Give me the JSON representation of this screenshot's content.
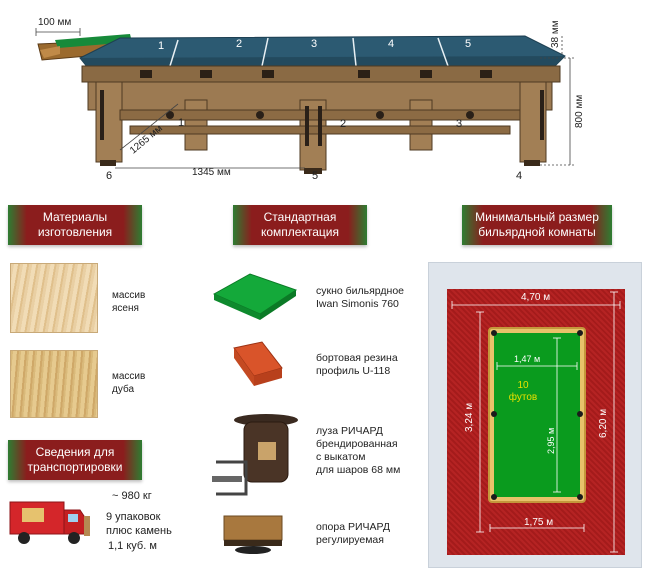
{
  "diagram": {
    "rail_width": "100 мм",
    "slate_thickness": "38 мм",
    "height": "800 мм",
    "depth": "1265 мм",
    "length": "1345 мм",
    "top_sections": [
      "1",
      "2",
      "3",
      "4",
      "5"
    ],
    "leg_numbers": [
      "1",
      "2",
      "3",
      "4",
      "5",
      "6"
    ]
  },
  "materials": {
    "title_line1": "Материалы",
    "title_line2": "изготовления",
    "items": [
      {
        "line1": "массив",
        "line2": "ясеня"
      },
      {
        "line1": "массив",
        "line2": "дуба"
      }
    ]
  },
  "transport": {
    "title_line1": "Сведения для",
    "title_line2": "транспортировки",
    "weight": "~ 980 кг",
    "packages_line1": "9 упаковок",
    "packages_line2": "плюс камень",
    "volume": "1,1 куб. м"
  },
  "standard": {
    "title_line1": "Стандартная",
    "title_line2": "комплектация",
    "items": [
      {
        "lines": [
          "сукно бильярдное",
          "Iwan Simonis 760"
        ]
      },
      {
        "lines": [
          "бортовая резина",
          "профиль U-118"
        ]
      },
      {
        "lines": [
          "луза РИЧАРД",
          "брендированная",
          "с выкатом",
          "для шаров 68 мм"
        ]
      },
      {
        "lines": [
          "опора РИЧАРД",
          "регулируемая"
        ]
      }
    ]
  },
  "room": {
    "title_line1": "Минимальный размер",
    "title_line2": "бильярдной комнаты",
    "room_width": "4,70 м",
    "room_length": "6,20 м",
    "side_distance": "3,24 м",
    "play_width_top": "1,47 м",
    "play_length": "2,95 м",
    "table_width_bottom": "1,75 м",
    "table_size_value": "10",
    "table_size_unit": "футов"
  },
  "colors": {
    "badge_red": "#8b1d1d",
    "badge_green": "#2e7d32",
    "cloth_green": "#0a9b1e",
    "carpet_red": "#a41b1b",
    "label_yellow": "#e8e000"
  }
}
